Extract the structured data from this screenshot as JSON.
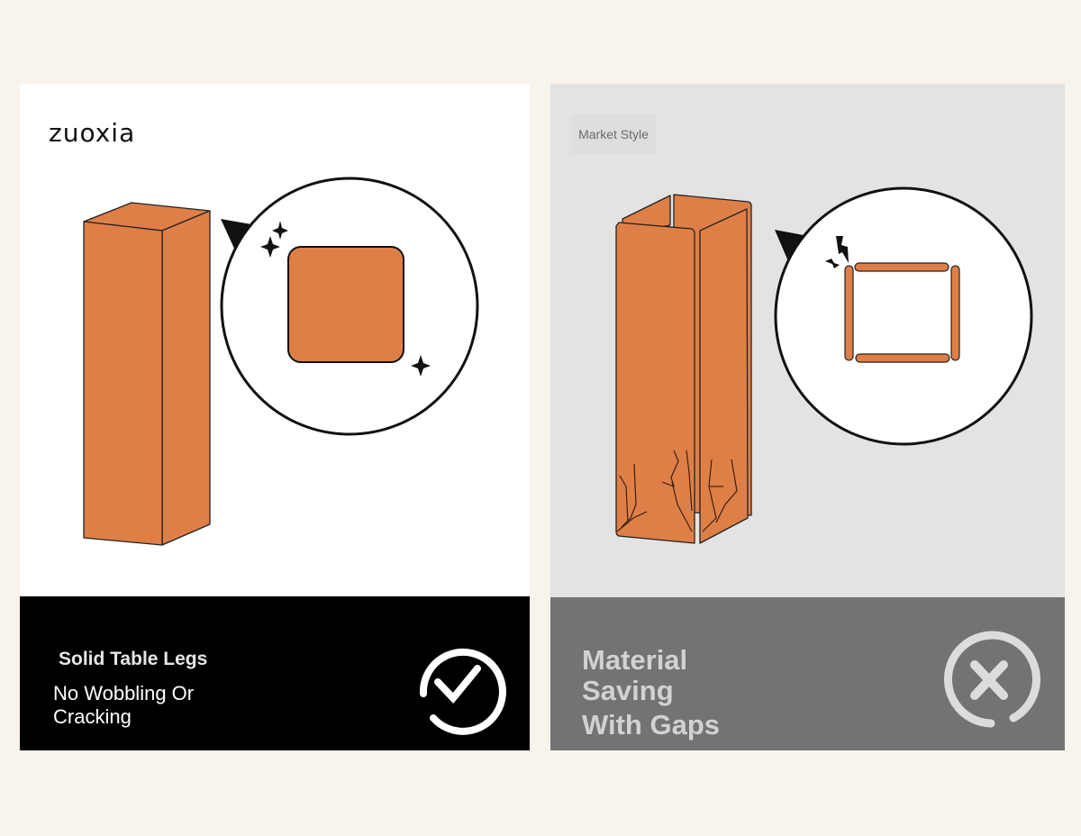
{
  "colors": {
    "page": "#f8f3eb",
    "leg_orange": "#de7f48",
    "left_bar": "#000000",
    "right_panel": "#e3e3e3",
    "right_bar": "#737373"
  },
  "left": {
    "brand": "zuoxia",
    "title": "Solid Table Legs",
    "subtitle": "No Wobbling Or Cracking",
    "icon": "check-circle-icon"
  },
  "right": {
    "label": "Market Style",
    "title_lines": [
      "Material",
      "Saving",
      "With Gaps"
    ],
    "icon": "x-circle-icon"
  }
}
